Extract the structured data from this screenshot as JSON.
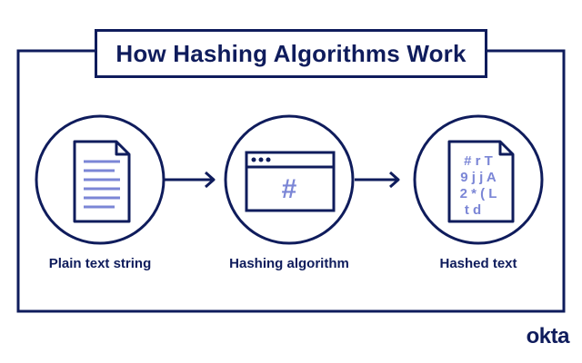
{
  "title": "How Hashing Algorithms Work",
  "steps": [
    {
      "label": "Plain text string",
      "icon": "document-icon"
    },
    {
      "label": "Hashing algorithm",
      "icon": "browser-window-icon",
      "symbol": "#"
    },
    {
      "label": "Hashed text",
      "icon": "hashed-document-icon",
      "lines": [
        "# r T",
        "9 j j A",
        "2 * ( L",
        "t d"
      ]
    }
  ],
  "brand": "okta",
  "colors": {
    "navy": "#0f1c5c",
    "accent": "#7b86d6",
    "background": "#ffffff"
  }
}
